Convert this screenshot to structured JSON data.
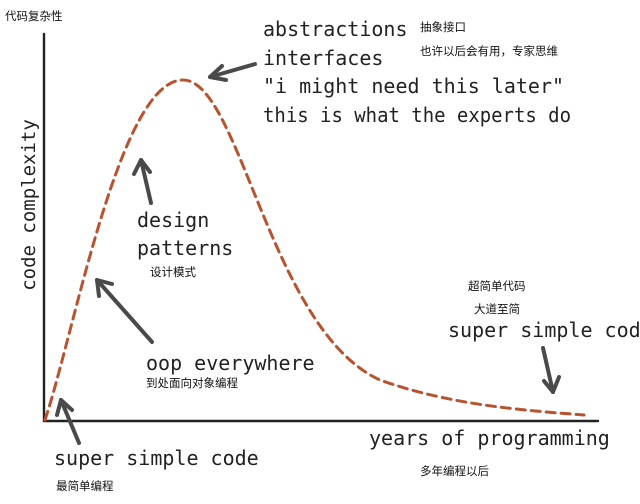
{
  "top_left_note": "代码复杂性",
  "y_axis_label": "code complexity",
  "x_axis_label": "years of programming",
  "x_axis_label_cn": "多年编程以后",
  "peak_notes": {
    "lines": [
      "abstractions",
      "interfaces",
      "\"i might need this later\"",
      "this is what the experts do"
    ],
    "cn_line1": "抽象接口",
    "cn_line2": "也许以后会有用，专家思维"
  },
  "design_patterns": {
    "line1": "design",
    "line2": "patterns",
    "cn": "设计模式"
  },
  "oop": {
    "label": "oop everywhere",
    "cn": "到处面向对象编程"
  },
  "start": {
    "label": "super simple code",
    "cn": "最简单编程"
  },
  "end": {
    "cn_line1": "超简单代码",
    "cn_line2": "大道至简",
    "label": "super simple code"
  },
  "colors": {
    "curve": "#b8532f",
    "ink": "#222222",
    "arrow": "#4a4a4a"
  }
}
